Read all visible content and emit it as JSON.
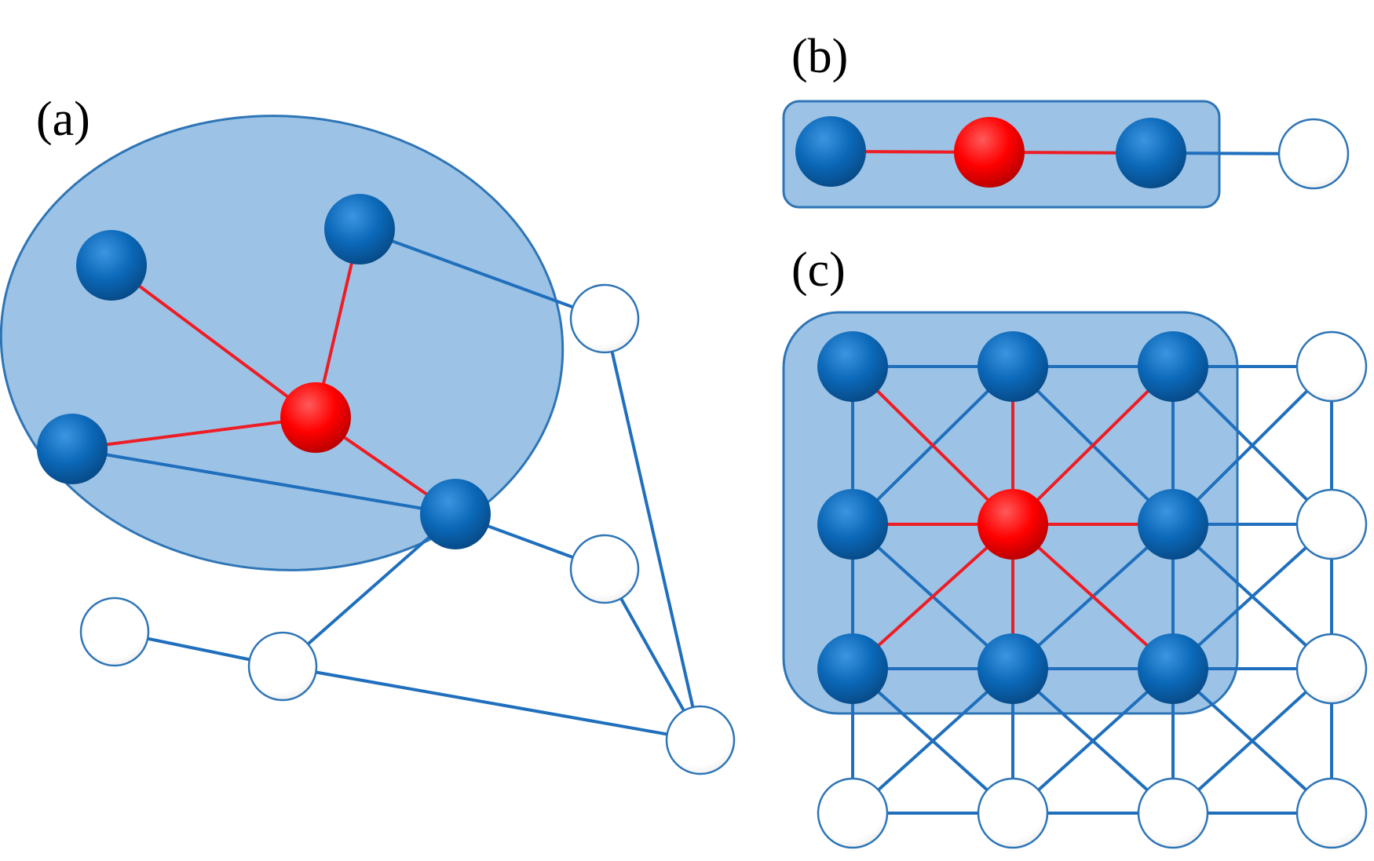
{
  "panels": {
    "a": {
      "label": "(a)"
    },
    "b": {
      "label": "(b)"
    },
    "c": {
      "label": "(c)"
    }
  },
  "colors": {
    "background": "#ffffff",
    "neighborhood_fill": "#9cc3e5",
    "neighborhood_stroke": "#2e75b6",
    "center_node": "#ff0000",
    "neighbor_node": "#0b68b8",
    "outer_node_fill": "#ffffff",
    "outer_node_stroke": "#2e75b6",
    "neighbor_edge": "#ee1c24",
    "other_edge": "#1f6fbd"
  },
  "node_types": [
    "center",
    "neighbor",
    "outer"
  ]
}
